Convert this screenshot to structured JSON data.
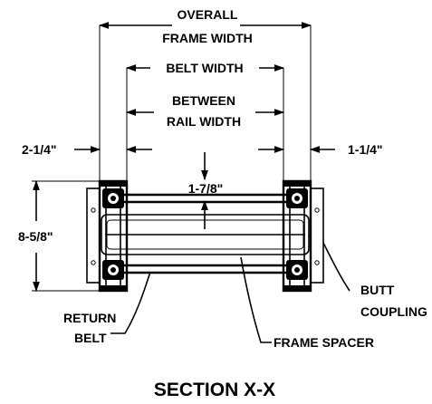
{
  "labels": {
    "overall_line1": "OVERALL",
    "overall_line2": "FRAME WIDTH",
    "belt_width": "BELT WIDTH",
    "between_line1": "BETWEEN",
    "between_line2": "RAIL WIDTH",
    "left_offset": "2-1/4\"",
    "right_offset": "1-1/4\"",
    "center_height": "1-7/8\"",
    "frame_height": "8-5/8\"",
    "butt_coupling_line1": "BUTT",
    "butt_coupling_line2": "COUPLING",
    "return_belt_line1": "RETURN",
    "return_belt_line2": "BELT",
    "frame_spacer": "FRAME SPACER"
  },
  "title": "SECTION X-X"
}
